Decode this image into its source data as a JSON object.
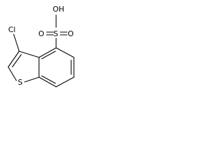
{
  "molecule": {
    "atoms": {
      "oh": "OH",
      "s_sulfonyl": "S",
      "o_left": "O",
      "o_right": "O",
      "cl": "Cl",
      "s_ring": "S"
    }
  },
  "colors": {
    "stroke": "#000000",
    "background": "#ffffff"
  }
}
